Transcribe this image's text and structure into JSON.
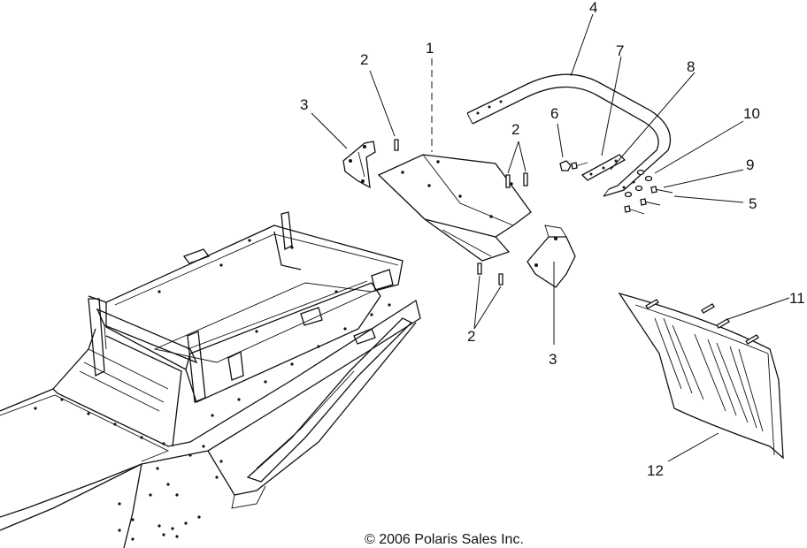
{
  "callouts": {
    "c1": "1",
    "c2a": "2",
    "c2b": "2",
    "c2c": "2",
    "c3a": "3",
    "c3b": "3",
    "c4": "4",
    "c5": "5",
    "c6": "6",
    "c7": "7",
    "c8": "8",
    "c9": "9",
    "c10": "10",
    "c11": "11",
    "c12": "12"
  },
  "copyright": "© 2006 Polaris Sales Inc.",
  "colors": {
    "line": "#111111",
    "background": "#ffffff"
  }
}
